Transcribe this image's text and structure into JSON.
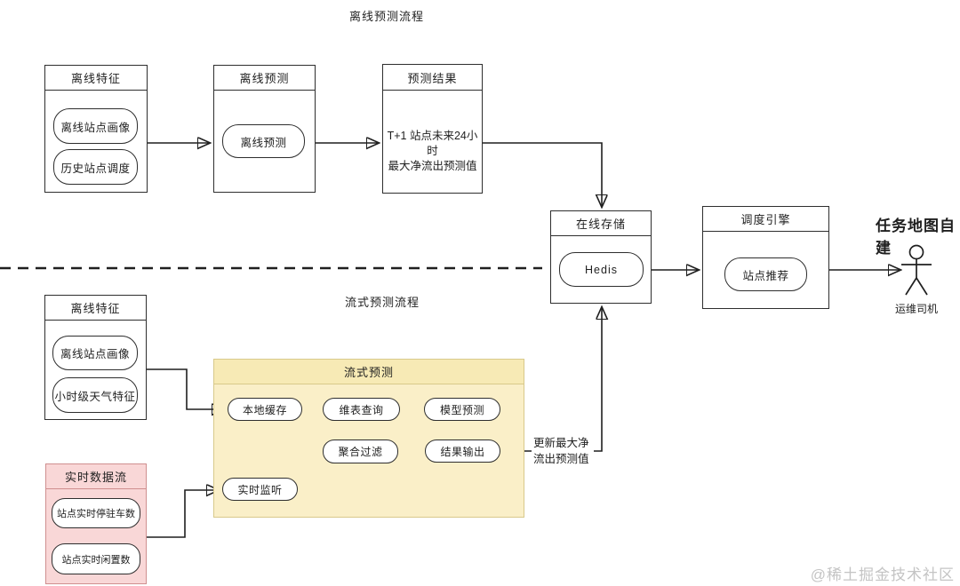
{
  "diagram": {
    "offline_flow": {
      "title": "离线预测流程",
      "offline_features": {
        "title": "离线特征",
        "items": [
          "离线站点画像",
          "历史站点调度"
        ]
      },
      "offline_predict": {
        "title": "离线预测",
        "item": "离线预测"
      },
      "predict_result": {
        "title": "预测结果",
        "line1": "T+1 站点未来24小时",
        "line2": "最大净流出预测值"
      }
    },
    "stream_flow": {
      "title": "流式预测流程",
      "offline_features": {
        "title": "离线特征",
        "items": [
          "离线站点画像",
          "小时级天气特征"
        ]
      },
      "realtime_stream": {
        "title": "实时数据流",
        "items": [
          "站点实时停驻车数",
          "站点实时闲置数"
        ]
      },
      "stream_predict": {
        "title": "流式预测",
        "nodes": {
          "local_cache": "本地缓存",
          "dim_query": "维表查询",
          "model_predict": "模型预测",
          "agg_filter": "聚合过滤",
          "result_output": "结果输出",
          "realtime_listen": "实时监听"
        }
      },
      "update_label": {
        "line1": "更新最大净",
        "line2": "流出预测值"
      }
    },
    "shared": {
      "online_storage": {
        "title": "在线存储",
        "item": "Hedis"
      },
      "schedule_engine": {
        "title": "调度引擎",
        "item": "站点推荐"
      },
      "actor": {
        "title": "任务地图自建",
        "label": "运维司机"
      }
    }
  },
  "watermark": "@稀土掘金技术社区",
  "colors": {
    "line": "#1f1f1f",
    "stream_fill": "#faefc8",
    "stream_header": "#f7eab5",
    "stream_border": "#d8c98b",
    "realtime_fill": "#f9d7d7",
    "realtime_border": "#cf8f8f",
    "watermark": "#c4c4c4"
  }
}
